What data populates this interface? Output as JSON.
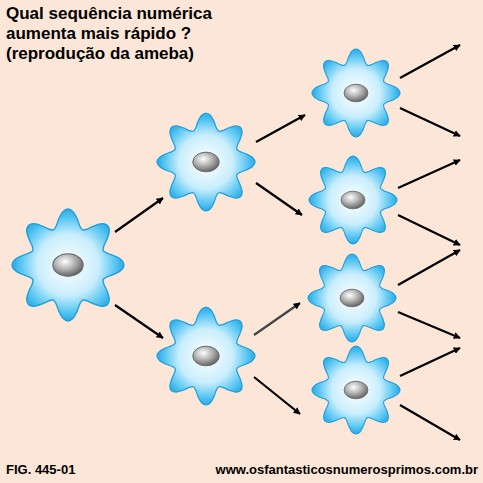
{
  "diagram": {
    "title": "Qual sequência numérica aumenta mais rápido ? (reprodução da ameba)",
    "labels": [
      "FIG. 445-01",
      "www.osfantasticosnumerosprimos.com.br"
    ]
  }
}
